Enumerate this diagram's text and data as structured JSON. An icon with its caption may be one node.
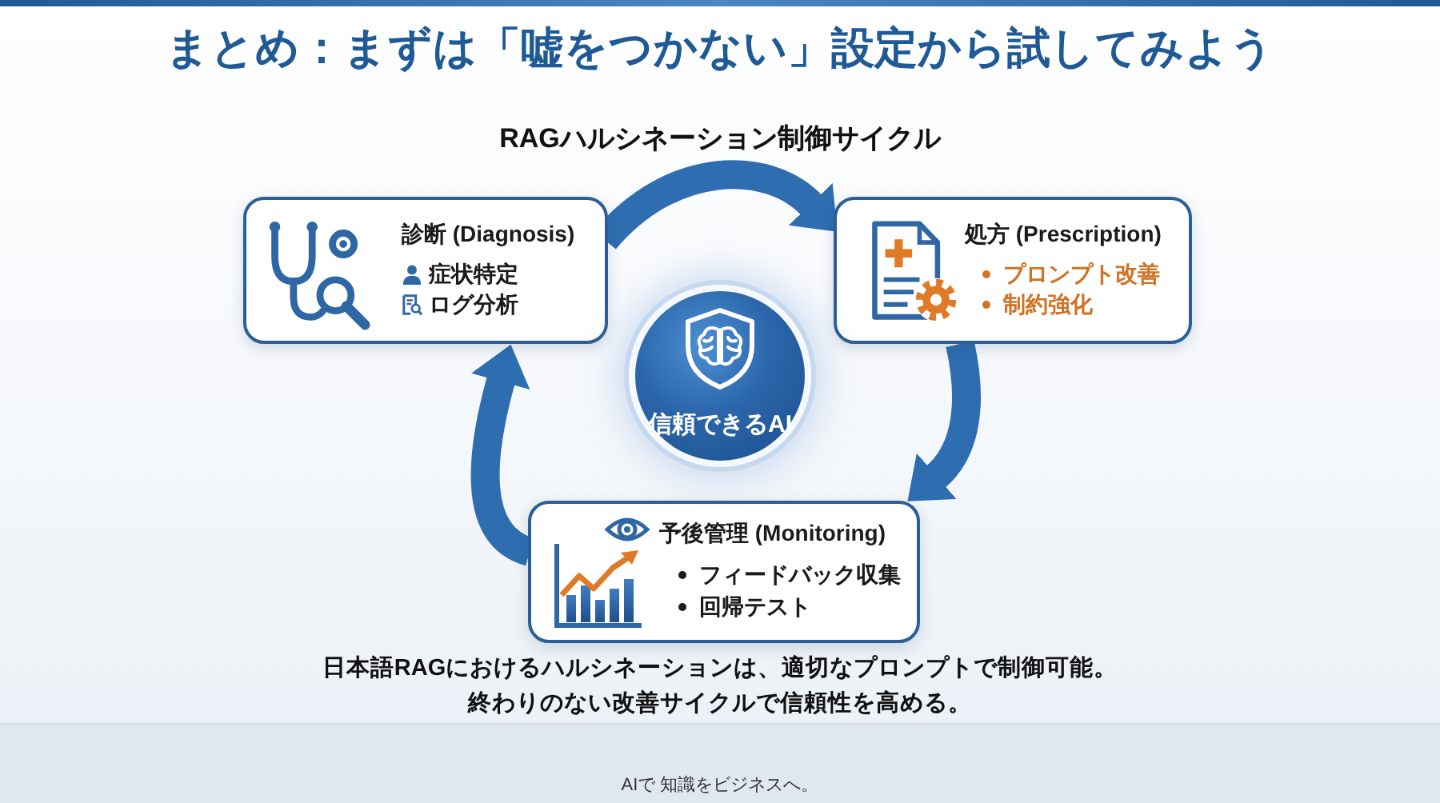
{
  "diagram": {
    "title": "まとめ：まずは「嘘をつかない」設定から試してみよう",
    "caption": "日本語RAGにおけるハルシネーションは、適切なプロンプトで制御可能。終わりのない改善サイクルで信頼性を高める。",
    "nodes": [
      {
        "text": [
          "診断 (Diagnosis)",
          "症状特定",
          "ログ分析"
        ]
      },
      {
        "text": [
          "処方 (Prescription)",
          "プロンプト改善",
          "制約強化"
        ]
      },
      {
        "text": [
          "予後管理 (Monitoring)",
          "フィードバック収集",
          "回帰テスト"
        ]
      },
      {
        "text": [
          "信頼できるAI"
        ]
      }
    ],
    "edges": [
      {
        "from": 0,
        "to": 1,
        "arrow": "to"
      },
      {
        "from": 1,
        "to": 2,
        "arrow": "to"
      },
      {
        "from": 2,
        "to": 0,
        "arrow": "to"
      }
    ],
    "labels": [
      "RAGハルシネーション制御サイクル",
      "AIで 知識をビジネスへ。"
    ]
  }
}
